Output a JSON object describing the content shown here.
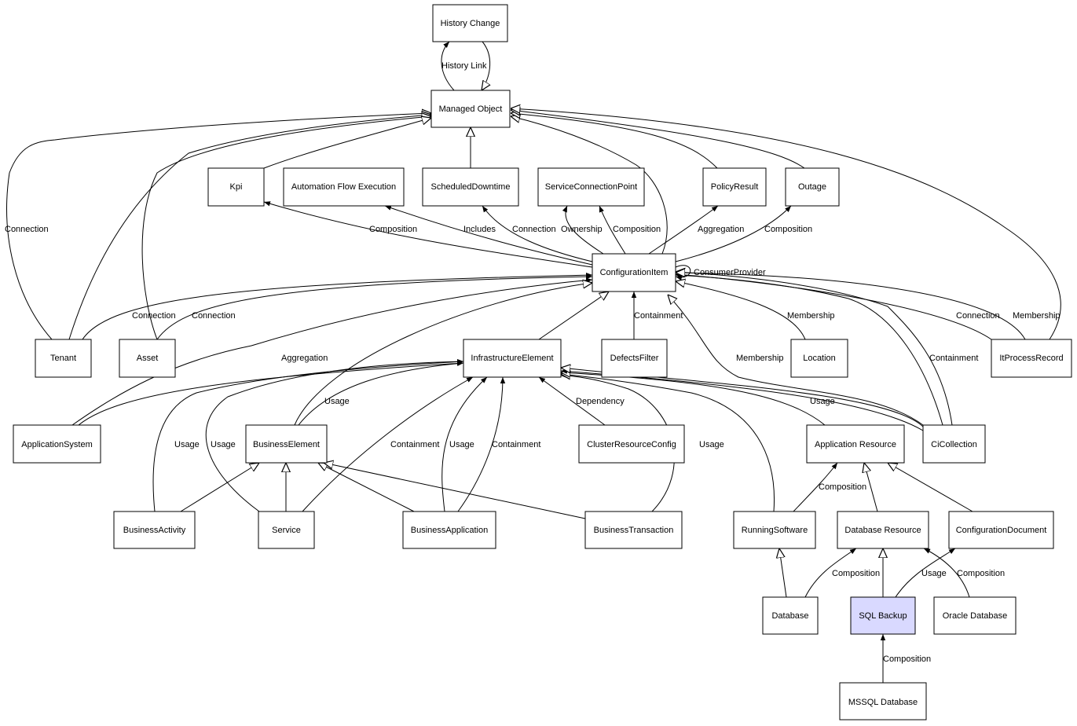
{
  "colors": {
    "stroke": "#000000",
    "node_fill": "#ffffff",
    "highlight_fill": "#d9d9ff"
  },
  "nodes": {
    "history_change": "History Change",
    "managed_object": "Managed Object",
    "kpi": "Kpi",
    "automation_flow_execution": "Automation Flow Execution",
    "scheduled_downtime": "ScheduledDowntime",
    "service_connection_point": "ServiceConnectionPoint",
    "policy_result": "PolicyResult",
    "outage": "Outage",
    "configuration_item": "ConfigurationItem",
    "tenant": "Tenant",
    "asset": "Asset",
    "infrastructure_element": "InfrastructureElement",
    "defects_filter": "DefectsFilter",
    "location": "Location",
    "it_process_record": "ItProcessRecord",
    "application_system": "ApplicationSystem",
    "business_element": "BusinessElement",
    "cluster_resource_config": "ClusterResourceConfig",
    "application_resource": "Application Resource",
    "ci_collection": "CiCollection",
    "business_activity": "BusinessActivity",
    "service": "Service",
    "business_application": "BusinessApplication",
    "business_transaction": "BusinessTransaction",
    "running_software": "RunningSoftware",
    "database_resource": "Database Resource",
    "configuration_document": "ConfigurationDocument",
    "database": "Database",
    "sql_backup": "SQL Backup",
    "oracle_database": "Oracle Database",
    "mssql_database": "MSSQL Database"
  },
  "edge_labels": {
    "history_link": "History Link",
    "tenant_mo_connection": "Connection",
    "kpi_composition": "Composition",
    "afe_includes": "Includes",
    "sd_connection": "Connection",
    "scp_ownership": "Ownership",
    "scp_composition": "Composition",
    "pr_aggregation": "Aggregation",
    "outage_composition": "Composition",
    "consumer_provider": "ConsumerProvider",
    "tenant_ci_connection": "Connection",
    "asset_ci_connection": "Connection",
    "defects_containment": "Containment",
    "location_membership": "Membership",
    "itpr_connection": "Connection",
    "itpr_membership": "Membership",
    "appsys_aggregation": "Aggregation",
    "cicoll_membership": "Membership",
    "cicoll_containment": "Containment",
    "be_usage": "Usage",
    "cluster_dependency": "Dependency",
    "appres_usage": "Usage",
    "ba_usage": "Usage",
    "service_usage": "Usage",
    "service_containment": "Containment",
    "bapp_usage": "Usage",
    "bapp_containment": "Containment",
    "bt_usage": "Usage",
    "rs_composition": "Composition",
    "db_composition": "Composition",
    "sql_usage": "Usage",
    "oracle_composition": "Composition",
    "mssql_composition": "Composition"
  }
}
